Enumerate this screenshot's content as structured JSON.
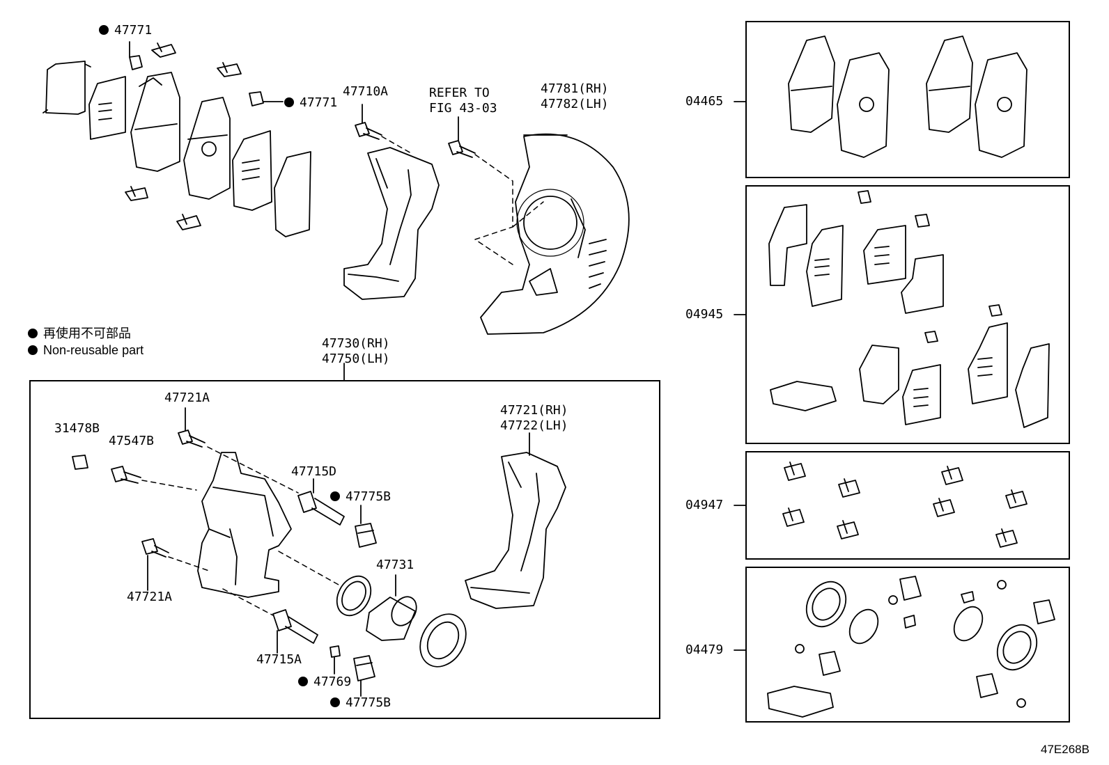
{
  "labels": {
    "p47771_top": "47771",
    "p47771_mid": "47771",
    "p47710A": "47710A",
    "refer_to": "REFER TO",
    "refer_fig": "FIG 43-03",
    "p47781": "47781(RH)",
    "p47782": "47782(LH)",
    "p47730": "47730(RH)",
    "p47750": "47750(LH)",
    "p47721A_top": "47721A",
    "p31478B": "31478B",
    "p47547B": "47547B",
    "p47715D": "47715D",
    "p47775B_top": "47775B",
    "p47721RH": "47721(RH)",
    "p47722LH": "47722(LH)",
    "p47731": "47731",
    "p47721A_bot": "47721A",
    "p47715A": "47715A",
    "p47769": "47769",
    "p47775B_bot": "47775B",
    "k04465": "04465",
    "k04945": "04945",
    "k04947": "04947",
    "k04479": "04479",
    "figure_code": "47E268B"
  },
  "legend": {
    "jp": "再使用不可部品",
    "en": "Non-reusable part"
  },
  "colors": {
    "line": "#000000",
    "background": "#ffffff"
  }
}
